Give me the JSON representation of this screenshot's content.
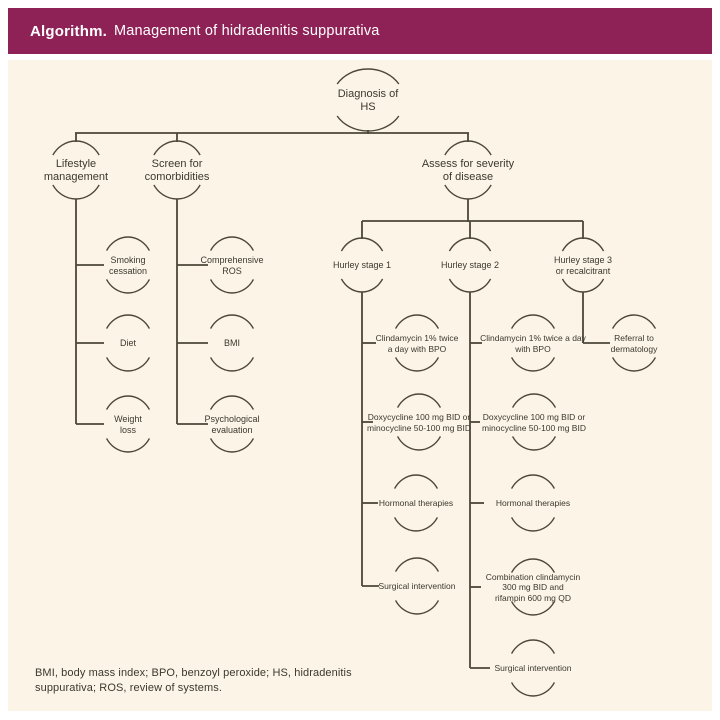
{
  "header": {
    "title_bold": "Algorithm.",
    "title_text": "Management of hidradenitis suppurativa"
  },
  "footnote": {
    "text": "BMI, body mass index; BPO, benzoyl peroxide; HS, hidradenitis suppurativa; ROS, review of systems."
  },
  "colors": {
    "header_bg": "#8e2155",
    "canvas_bg": "#fbf4e7",
    "line": "#4c4738",
    "text": "#3c382e",
    "page_bg": "#ffffff"
  },
  "diagram": {
    "title": "Management of hidradenitis suppurativa",
    "nodes": [
      {
        "id": "diagnosis",
        "parent": null,
        "label": "Diagnosis of\nHS"
      },
      {
        "id": "lifestyle",
        "parent": "diagnosis",
        "label": "Lifestyle\nmanagement"
      },
      {
        "id": "screen",
        "parent": "diagnosis",
        "label": "Screen for\ncomorbidities"
      },
      {
        "id": "assess",
        "parent": "diagnosis",
        "label": "Assess for severity\nof disease"
      },
      {
        "id": "smoking",
        "parent": "lifestyle",
        "label": "Smoking\ncessation"
      },
      {
        "id": "diet",
        "parent": "lifestyle",
        "label": "Diet"
      },
      {
        "id": "weight",
        "parent": "lifestyle",
        "label": "Weight\nloss"
      },
      {
        "id": "ros",
        "parent": "screen",
        "label": "Comprehensive\nROS"
      },
      {
        "id": "bmi",
        "parent": "screen",
        "label": "BMI"
      },
      {
        "id": "psych",
        "parent": "screen",
        "label": "Psychological\nevaluation"
      },
      {
        "id": "hurley1",
        "parent": "assess",
        "label": "Hurley stage 1"
      },
      {
        "id": "hurley2",
        "parent": "assess",
        "label": "Hurley stage 2"
      },
      {
        "id": "hurley3",
        "parent": "assess",
        "label": "Hurley stage 3\nor recalcitrant"
      },
      {
        "id": "clinda1",
        "parent": "hurley1",
        "label": "Clindamycin 1% twice\na day with BPO"
      },
      {
        "id": "doxy1",
        "parent": "hurley1",
        "label": "Doxycycline 100 mg BID or\nminocycline 50-100 mg BID"
      },
      {
        "id": "hormonal1",
        "parent": "hurley1",
        "label": "Hormonal therapies"
      },
      {
        "id": "surgical1",
        "parent": "hurley1",
        "label": "Surgical intervention"
      },
      {
        "id": "clinda2",
        "parent": "hurley2",
        "label": "Clindamycin 1% twice a day\nwith BPO"
      },
      {
        "id": "doxy2",
        "parent": "hurley2",
        "label": "Doxycycline 100 mg BID or\nminocycline 50-100 mg BID"
      },
      {
        "id": "hormonal2",
        "parent": "hurley2",
        "label": "Hormonal therapies"
      },
      {
        "id": "combo2",
        "parent": "hurley2",
        "label": "Combination clindamycin\n300 mg BID and\nrifampin 600 mg QD"
      },
      {
        "id": "surgical2",
        "parent": "hurley2",
        "label": "Surgical intervention"
      },
      {
        "id": "referral",
        "parent": "hurley3",
        "label": "Referral to\ndermatology"
      }
    ]
  }
}
